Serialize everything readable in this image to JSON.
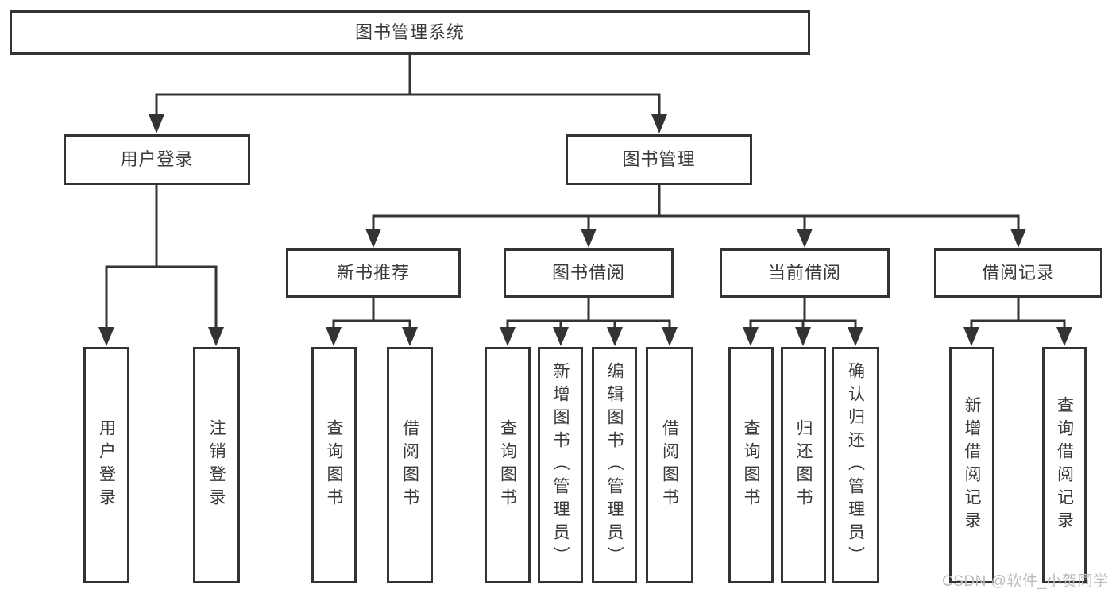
{
  "diagram": {
    "root": {
      "label": "图书管理系统"
    },
    "branches": [
      {
        "label": "用户登录",
        "children": [
          {
            "label": "用户登录"
          },
          {
            "label": "注销登录"
          }
        ]
      },
      {
        "label": "图书管理",
        "children": [
          {
            "label": "新书推荐",
            "children": [
              {
                "label": "查询图书"
              },
              {
                "label": "借阅图书"
              }
            ]
          },
          {
            "label": "图书借阅",
            "children": [
              {
                "label": "查询图书"
              },
              {
                "label": "新增图书（管理员）"
              },
              {
                "label": "编辑图书（管理员）"
              },
              {
                "label": "借阅图书"
              }
            ]
          },
          {
            "label": "当前借阅",
            "children": [
              {
                "label": "查询图书"
              },
              {
                "label": "归还图书"
              },
              {
                "label": "确认归还（管理员）"
              }
            ]
          },
          {
            "label": "借阅记录",
            "children": [
              {
                "label": "新增借阅记录"
              },
              {
                "label": "查询借阅记录"
              }
            ]
          }
        ]
      }
    ]
  },
  "watermark": {
    "text": "CSDN @软件_小贺同学"
  },
  "colors": {
    "line": "#333333",
    "border": "#333333",
    "text": "#3a3a3a",
    "watermark": "#bcbcbc",
    "background": "#ffffff"
  }
}
